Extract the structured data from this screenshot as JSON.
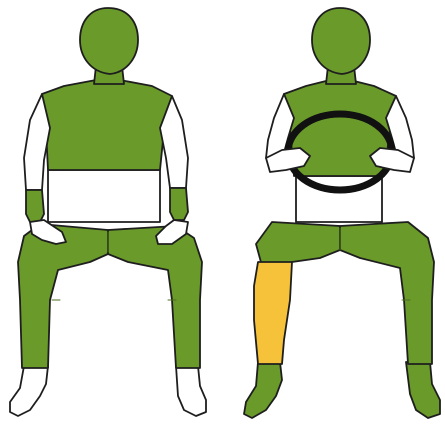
{
  "colors": {
    "body_green": "#6a9a2a",
    "white_part": "#ffffff",
    "outline": "#1e1e1e",
    "highlight_leg": "#f6c23a",
    "seam": "#4a6f1c",
    "wheel": "#111111"
  },
  "figures": [
    {
      "pose": "seated-hands-on-knees",
      "highlighted_part": ""
    },
    {
      "pose": "seated-holding-steering-wheel",
      "highlighted_part": "right-lower-leg"
    }
  ]
}
